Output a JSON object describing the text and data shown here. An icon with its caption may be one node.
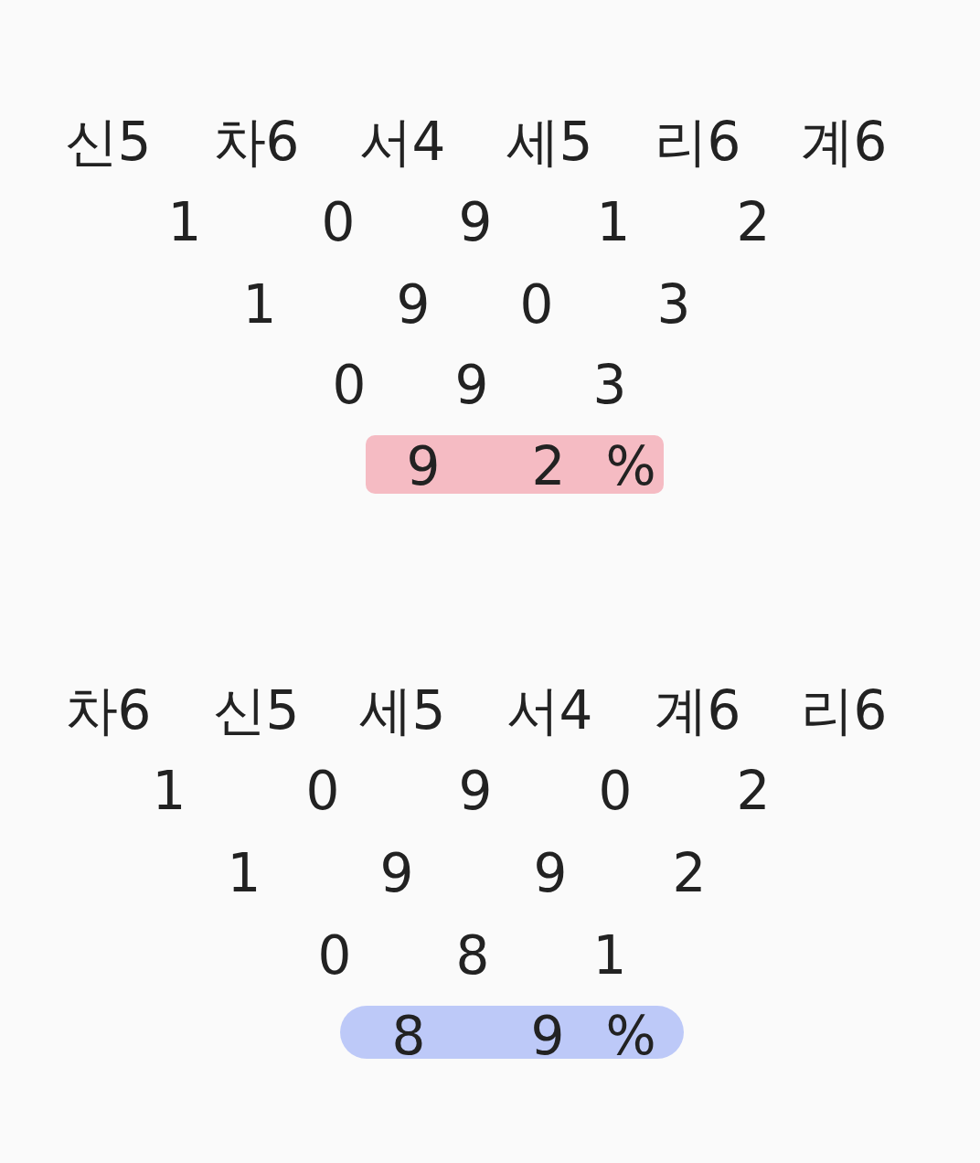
{
  "diagram": {
    "labels": [
      "신5",
      "차6",
      "서4",
      "세5",
      "리6",
      "계6",
      "1",
      "0",
      "9",
      "1",
      "2",
      "1",
      "9",
      "0",
      "3",
      "0",
      "9",
      "3",
      "차6",
      "신5",
      "세5",
      "서4",
      "계6",
      "리6",
      "1",
      "0",
      "9",
      "0",
      "2",
      "1",
      "9",
      "9",
      "2",
      "0",
      "8",
      "1"
    ],
    "nodes": [
      {
        "text": [
          "9",
          "2",
          "%"
        ]
      },
      {
        "text": [
          "8",
          "9",
          "%"
        ]
      }
    ]
  }
}
